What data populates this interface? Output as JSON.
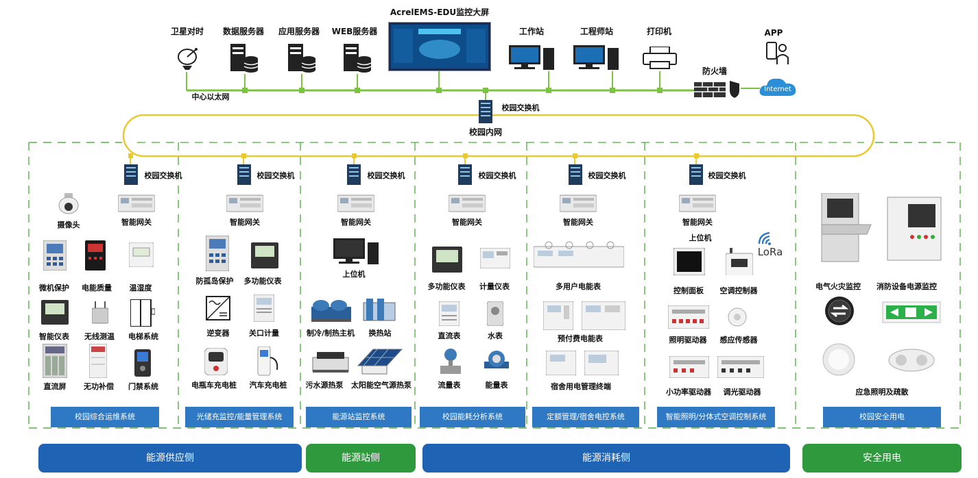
{
  "header": {
    "screen_title": "AcrelEMS-EDU监控大屏",
    "satellite": "卫星对时",
    "db_server": "数据服务器",
    "app_server": "应用服务器",
    "web_server": "WEB服务器",
    "workstation": "工作站",
    "engineer_station": "工程师站",
    "printer": "打印机",
    "app": "APP",
    "firewall": "防火墙",
    "internet": "Internet",
    "ethernet": "中心以太网",
    "core_switch": "校园交换机",
    "intranet": "校园内网"
  },
  "common": {
    "switch": "校园交换机",
    "gateway": "智能网关",
    "host_pc": "上位机"
  },
  "col1": {
    "camera": "摄像头",
    "microprotect": "微机保护",
    "power_quality": "电能质量",
    "temp_humidity": "温湿度",
    "smart_meter": "智能仪表",
    "wireless_temp": "无线测温",
    "elevator": "电梯系统",
    "dc_panel": "直流屏",
    "reactive_comp": "无功补偿",
    "access_control": "门禁系统",
    "system": "校园综合运维系统"
  },
  "col2": {
    "anti_island": "防孤岛保护",
    "multi_meter": "多功能仪表",
    "inverter": "逆变器",
    "gateway_meter": "关口计量",
    "ebike_charger": "电瓶车充电桩",
    "car_charger": "汽车充电桩",
    "system": "光储充监控/能量管理系统"
  },
  "col3": {
    "chiller": "制冷/制热主机",
    "heat_exchange": "换热站",
    "sewage_pump": "污水源热泵",
    "solar_pump": "太阳能空气源热泵",
    "system": "能源站监控系统"
  },
  "col4": {
    "multi_meter": "多功能仪表",
    "metering": "计量仪表",
    "dc_meter": "直流表",
    "water_meter": "水表",
    "flow_meter": "流量表",
    "energy_meter": "能量表",
    "system": "校园能耗分析系统"
  },
  "col5": {
    "multi_user": "多用户电能表",
    "prepaid": "预付费电能表",
    "dorm_terminal": "宿舍用电管理终端",
    "system": "定额管理/宿舍电控系统"
  },
  "col6": {
    "host_pc": "上位机",
    "lora": "LoRa",
    "control_panel": "控制面板",
    "ac_controller": "空调控制器",
    "lighting_driver": "照明驱动器",
    "sensor": "感应传感器",
    "small_driver": "小功率驱动器",
    "dimming_driver": "调光驱动器",
    "system": "智能照明/分体式空调控制系统"
  },
  "col7": {
    "fire_monitor": "电气火灾监控",
    "fire_power": "消防设备电源监控",
    "emergency": "应急照明及疏散",
    "system": "校园安全用电"
  },
  "bottom": {
    "supply": "能源供应侧",
    "station": "能源站侧",
    "consume": "能源消耗侧",
    "safety": "安全用电"
  },
  "colors": {
    "ethernet_line": "#7dc242",
    "intranet_ring": "#e8c930",
    "dash": "#58b04a",
    "blue": "#2f78c4",
    "darkblue": "#1e63b4",
    "green": "#2f9a3d"
  }
}
